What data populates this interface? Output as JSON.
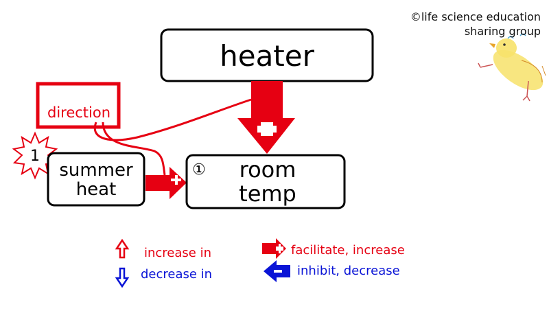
{
  "copyright": {
    "line1": "©life science education",
    "line2": "sharing group"
  },
  "nodes": {
    "heater": "heater",
    "summer_heat": {
      "line1": "summer",
      "line2": "heat"
    },
    "room_temp": {
      "line1": "room",
      "line2": "temp",
      "marker": "①"
    }
  },
  "callouts": {
    "direction": "direction",
    "starburst_number": "1"
  },
  "legend": {
    "increase_in": "increase in",
    "decrease_in": "decrease in",
    "facilitate": "facilitate, increase",
    "inhibit": "inhibit, decrease"
  },
  "colors": {
    "red": "#e60012",
    "blue": "#0a14d6",
    "black": "#000000"
  }
}
